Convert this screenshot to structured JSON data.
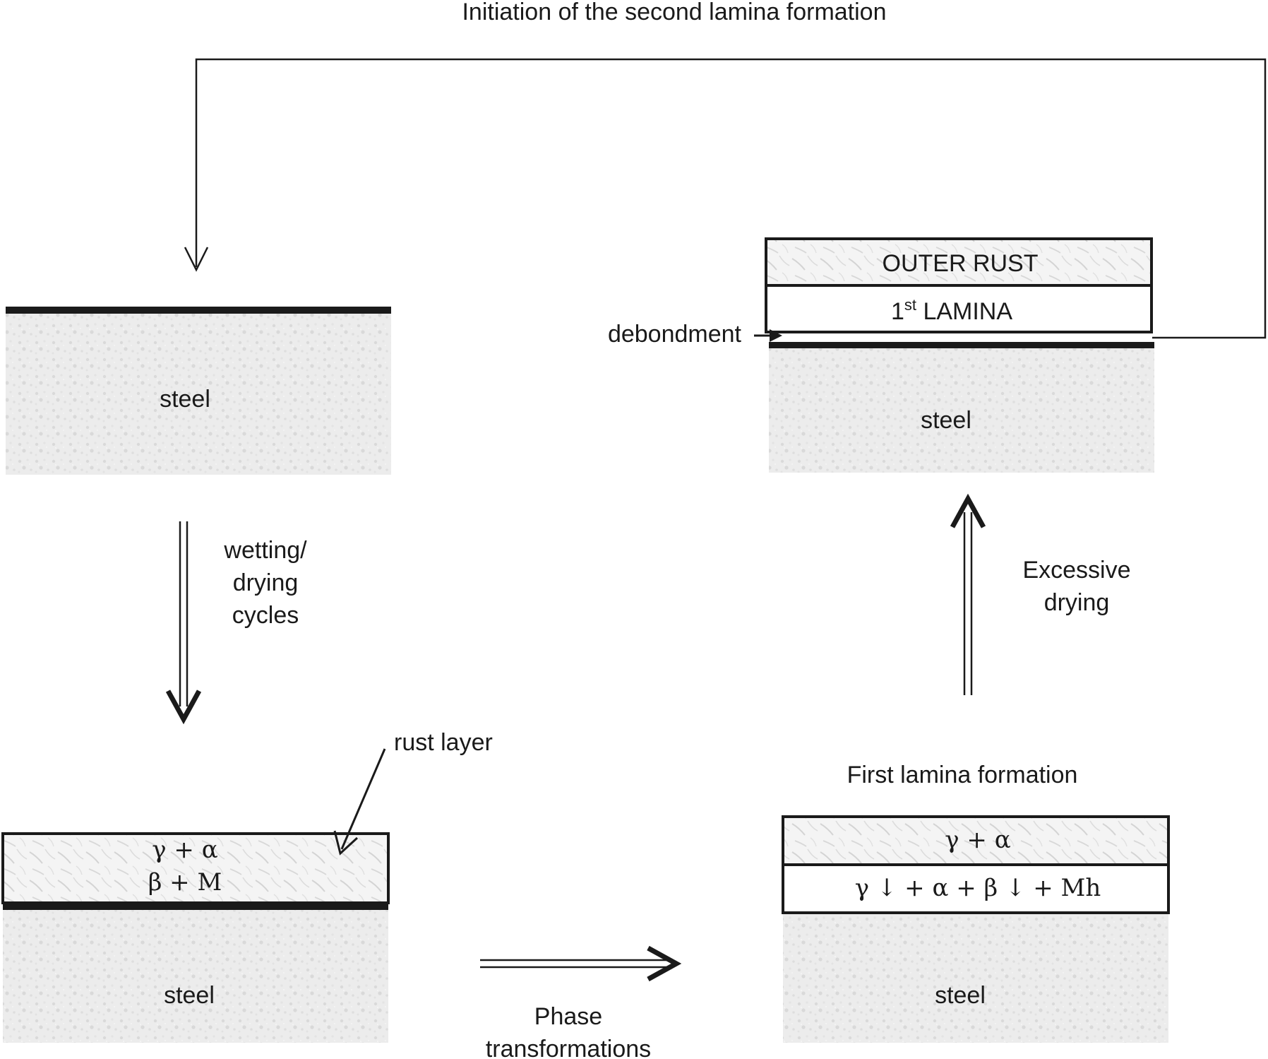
{
  "title": "Initiation of the second lamina formation",
  "panels": {
    "top_left": {
      "steel": "steel"
    },
    "bottom_left": {
      "rust_line1": "γ + α",
      "rust_line2": "β + M",
      "steel": "steel",
      "callout": "rust layer"
    },
    "bottom_right": {
      "heading": "First lamina formation",
      "outer_line": "γ + α",
      "lamina_line": "γ ↓ + α + β ↓ + Mh",
      "steel": "steel"
    },
    "top_right": {
      "outer_rust": "OUTER RUST",
      "lamina_prefix": "1",
      "lamina_sup": "st",
      "lamina_suffix": " LAMINA",
      "debond": "debondment",
      "steel": "steel"
    }
  },
  "arrows": {
    "left_line1": "wetting/",
    "left_line2": "drying",
    "left_line3": "cycles",
    "bottom_line1": "Phase",
    "bottom_line2": "transformations",
    "right_line1": "Excessive",
    "right_line2": "drying"
  }
}
